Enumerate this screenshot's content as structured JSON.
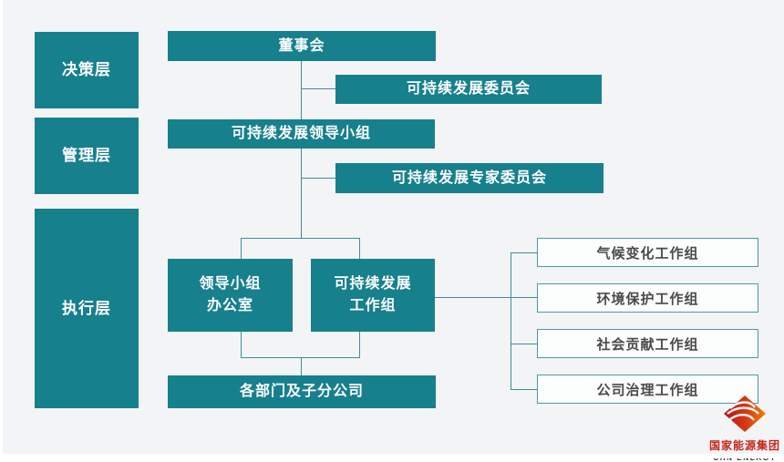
{
  "diagram": {
    "layers": [
      {
        "label": "决策层"
      },
      {
        "label": "管理层"
      },
      {
        "label": "执行层"
      }
    ],
    "nodes": {
      "board": "董事会",
      "sd_committee": "可持续发展委员会",
      "sd_leading_group": "可持续发展领导小组",
      "sd_expert_committee": "可持续发展专家委员会",
      "office": {
        "line1": "领导小组",
        "line2": "办公室"
      },
      "working_group": {
        "line1": "可持续发展",
        "line2": "工作组"
      },
      "departments": "各部门及子分公司"
    },
    "working_groups": [
      {
        "label": "气候变化工作组"
      },
      {
        "label": "环境保护工作组"
      },
      {
        "label": "社会贡献工作组"
      },
      {
        "label": "公司治理工作组"
      }
    ]
  },
  "logo": {
    "name_cn": "国家能源集团",
    "name_en": "CHN ENERGY"
  },
  "colors": {
    "teal": "#17808D",
    "line": "#3A8E9B",
    "background": "#F3F4F5",
    "outline_text": "#4A4A4C",
    "logo_red": "#C7251C"
  }
}
